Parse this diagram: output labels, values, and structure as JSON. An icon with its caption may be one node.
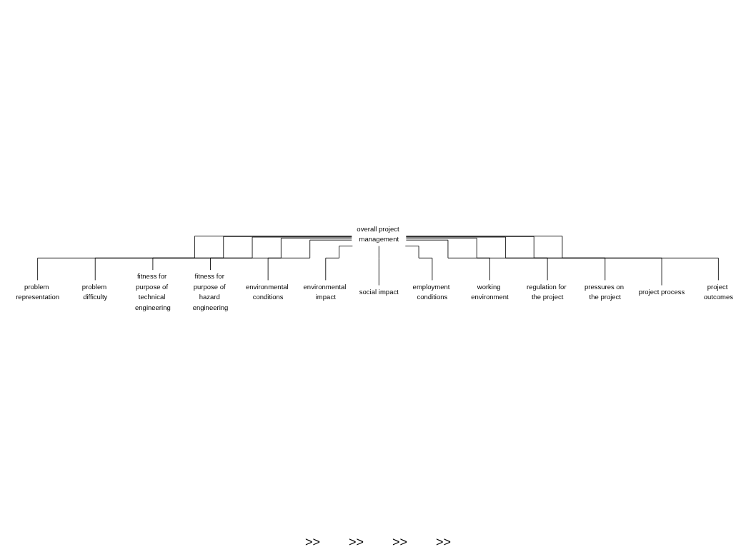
{
  "diagram": {
    "nodes": [
      {
        "text": [
          "overall project management"
        ]
      },
      {
        "text": [
          "problem representation"
        ]
      },
      {
        "text": [
          "problem difficulty"
        ]
      },
      {
        "text": [
          "fitness for purpose of technical engineering"
        ]
      },
      {
        "text": [
          "fitness for purpose of hazard engineering"
        ]
      },
      {
        "text": [
          "environmental conditions"
        ]
      },
      {
        "text": [
          "environmental impact"
        ]
      },
      {
        "text": [
          "social impact"
        ]
      },
      {
        "text": [
          "employment conditions"
        ]
      },
      {
        "text": [
          "working environment"
        ]
      },
      {
        "text": [
          "regulation for the project"
        ]
      },
      {
        "text": [
          "pressures on the project"
        ]
      },
      {
        "text": [
          "project process"
        ]
      },
      {
        "text": [
          "project outcomes"
        ]
      }
    ],
    "edges": [
      {
        "from": 0,
        "to": 1,
        "arrow": "none"
      },
      {
        "from": 0,
        "to": 2,
        "arrow": "none"
      },
      {
        "from": 0,
        "to": 3,
        "arrow": "none"
      },
      {
        "from": 0,
        "to": 4,
        "arrow": "none"
      },
      {
        "from": 0,
        "to": 5,
        "arrow": "none"
      },
      {
        "from": 0,
        "to": 6,
        "arrow": "none"
      },
      {
        "from": 0,
        "to": 7,
        "arrow": "none"
      },
      {
        "from": 0,
        "to": 8,
        "arrow": "none"
      },
      {
        "from": 0,
        "to": 9,
        "arrow": "none"
      },
      {
        "from": 0,
        "to": 10,
        "arrow": "none"
      },
      {
        "from": 0,
        "to": 11,
        "arrow": "none"
      },
      {
        "from": 0,
        "to": 12,
        "arrow": "none"
      },
      {
        "from": 0,
        "to": 13,
        "arrow": "none"
      }
    ],
    "labels": [
      ">>",
      ">>",
      ">>",
      ">>"
    ]
  }
}
